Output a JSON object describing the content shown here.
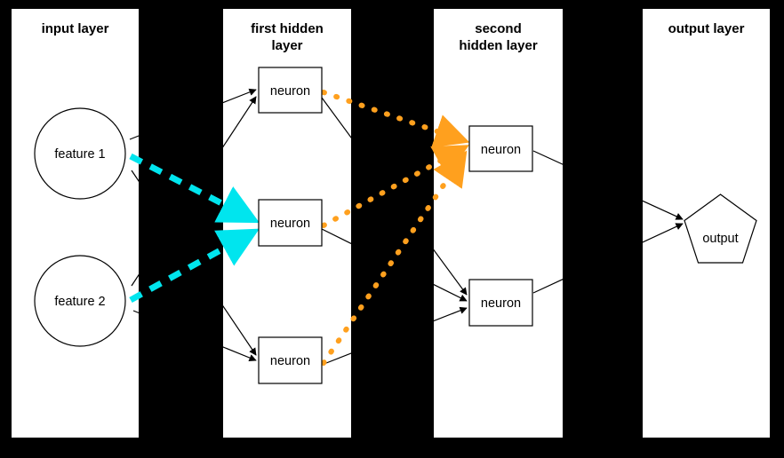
{
  "diagram": {
    "title": "neural network layers diagram",
    "background_color": "#000000",
    "panel_color": "#ffffff",
    "highlight_cyan": "#00E5EE",
    "highlight_orange": "#FFA01E"
  },
  "panels": [
    {
      "id": "input",
      "title": "input layer",
      "title_lines": [
        "input layer"
      ]
    },
    {
      "id": "hidden1",
      "title": "first hidden layer",
      "title_lines": [
        "first hidden",
        "layer"
      ]
    },
    {
      "id": "hidden2",
      "title": "second hidden layer",
      "title_lines": [
        "second",
        "hidden layer"
      ]
    },
    {
      "id": "output",
      "title": "output layer",
      "title_lines": [
        "output layer"
      ]
    }
  ],
  "nodes": {
    "input": [
      {
        "id": "feature1",
        "label": "feature 1",
        "shape": "circle",
        "fill": "#ffffff"
      },
      {
        "id": "feature2",
        "label": "feature 2",
        "shape": "circle",
        "fill": "#ffffff"
      }
    ],
    "hidden1": [
      {
        "id": "h1n1",
        "label": "neuron",
        "shape": "rect",
        "fill": "#ffffff"
      },
      {
        "id": "h1n2",
        "label": "neuron",
        "shape": "rect",
        "fill": "#00E5EE"
      },
      {
        "id": "h1n3",
        "label": "neuron",
        "shape": "rect",
        "fill": "#ffffff"
      }
    ],
    "hidden2": [
      {
        "id": "h2n1",
        "label": "neuron",
        "shape": "rect",
        "fill": "#FFA01E"
      },
      {
        "id": "h2n2",
        "label": "neuron",
        "shape": "rect",
        "fill": "#ffffff"
      }
    ],
    "output": [
      {
        "id": "out1",
        "label": "output",
        "shape": "pentagon",
        "fill": "#ffffff"
      }
    ]
  },
  "edges": {
    "cyan_dashed": {
      "color": "#00E5EE",
      "style": "dashed",
      "description": "highlighted incoming weights of the cyan neuron"
    },
    "orange_dotted": {
      "color": "#FFA01E",
      "style": "dotted",
      "description": "highlighted incoming weights of the orange neuron"
    },
    "plain": {
      "color": "#000000",
      "style": "solid"
    }
  }
}
